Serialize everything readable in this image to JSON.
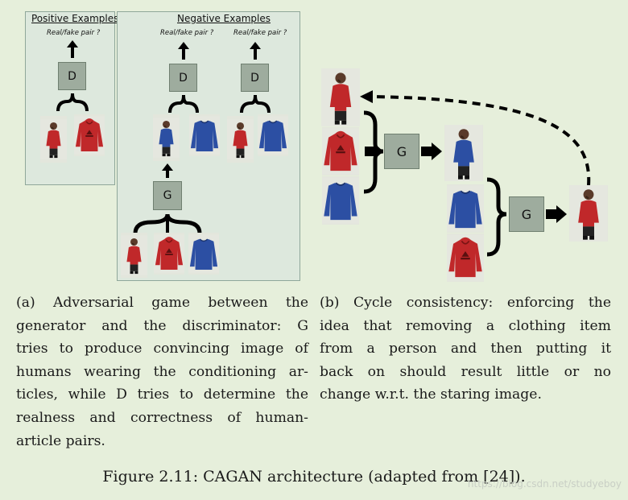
{
  "positive_panel": {
    "title": "Positive Examples",
    "question": "Real/fake pair ?",
    "discriminator_label": "D"
  },
  "negative_panel": {
    "title": "Negative Examples",
    "question_left": "Real/fake pair ?",
    "question_right": "Real/fake pair ?",
    "discriminator_label": "D",
    "generator_label": "G"
  },
  "cycle_diagram": {
    "generator_label_1": "G",
    "generator_label_2": "G"
  },
  "caption_a": [
    "(a) Adversarial game between the",
    "generator and the discriminator: G",
    "tries to produce convincing image of",
    "humans wearing the conditioning ar-",
    "ticles, while D tries to determine the",
    "realness and correctness of human-",
    "article pairs."
  ],
  "caption_b": [
    "(b) Cycle consistency: enforcing the",
    "idea that removing a clothing item",
    "from a person and then putting it",
    "back on should result little or no",
    "change w.r.t. the staring image."
  ],
  "figure_caption": "Figure 2.11: CAGAN architecture (adapted from [24]).",
  "watermark": "https://blog.csdn.net/studyeboy",
  "colors": {
    "background": "#e6efdb",
    "panel": "#dde8dd",
    "box": "#9eac9e",
    "red_hoodie": "#c0282a",
    "blue_sweater": "#2c4fa3"
  },
  "icons": [
    "person-red-hoodie-icon",
    "red-hoodie-icon",
    "blue-sweater-icon",
    "person-blue-sweater-icon",
    "arrow-icon",
    "brace-icon"
  ]
}
